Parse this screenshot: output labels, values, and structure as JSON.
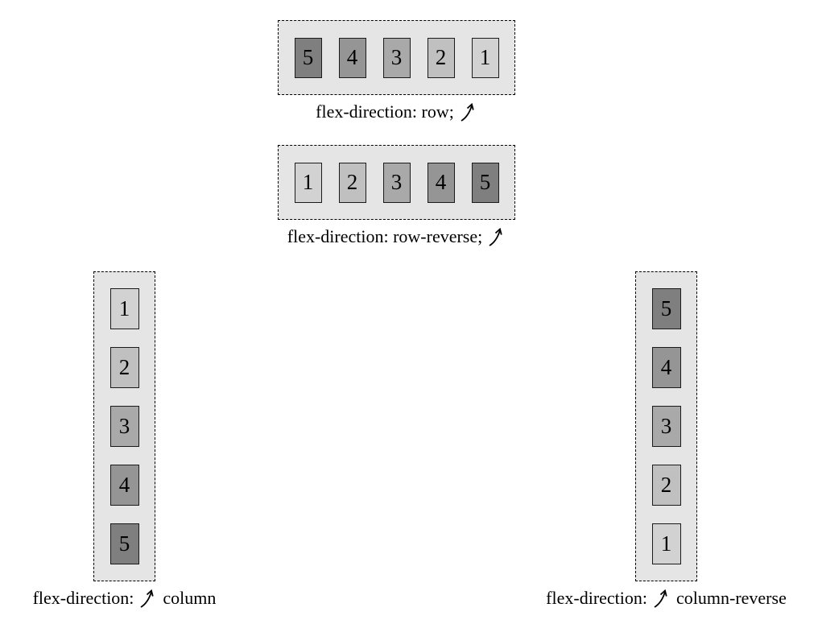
{
  "colors": {
    "page_bg": "#ffffff",
    "container_bg": "#e5e5e5",
    "container_border": "#000000",
    "item_border": "#1a1a1a",
    "text": "#000000",
    "item_shades": {
      "1": "#d2d2d2",
      "2": "#c0c0c0",
      "3": "#a9a9a9",
      "4": "#959595",
      "5": "#7f7f7f"
    }
  },
  "arrow_icon": "curved-up-right-arrow",
  "figures": [
    {
      "name": "row",
      "label_before": "flex-direction: row;",
      "label_after": "",
      "items": [
        "5",
        "4",
        "3",
        "2",
        "1"
      ]
    },
    {
      "name": "row-reverse",
      "label_before": "flex-direction: row-reverse;",
      "label_after": "",
      "items": [
        "1",
        "2",
        "3",
        "4",
        "5"
      ]
    },
    {
      "name": "column",
      "label_before": "flex-direction:",
      "label_after": "column",
      "items": [
        "1",
        "2",
        "3",
        "4",
        "5"
      ]
    },
    {
      "name": "column-reverse",
      "label_before": "flex-direction:",
      "label_after": "column-reverse",
      "items": [
        "5",
        "4",
        "3",
        "2",
        "1"
      ]
    }
  ]
}
